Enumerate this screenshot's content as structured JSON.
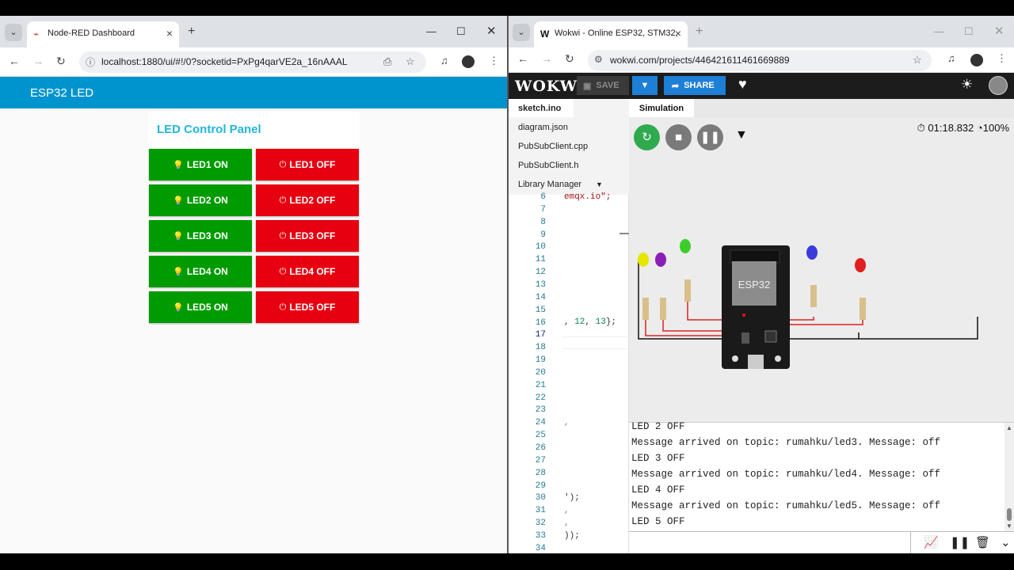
{
  "left_browser": {
    "tab_title": "Node-RED Dashboard",
    "url": "localhost:1880/ui/#!/0?socketid=PxPg4qarVE2a_16nAAAL"
  },
  "dashboard": {
    "header": "ESP32 LED",
    "panel_title": "LED Control Panel",
    "on_buttons": [
      "LED1 ON",
      "LED2 ON",
      "LED3 ON",
      "LED4 ON",
      "LED5 ON"
    ],
    "off_buttons": [
      "LED1 OFF",
      "LED2 OFF",
      "LED3 OFF",
      "LED4 OFF",
      "LED5 OFF"
    ],
    "colors": {
      "header": "#0094ce",
      "on": "#009b00",
      "off": "#e60010",
      "title": "#1fb7d8"
    }
  },
  "right_browser": {
    "tab_title": "Wokwi - Online ESP32, STM32,",
    "url": "wokwi.com/projects/446421611461669889"
  },
  "wokwi": {
    "logo": "WOKWi",
    "save_label": "SAVE",
    "share_label": "SHARE",
    "files": [
      "sketch.ino",
      "diagram.json",
      "PubSubClient.cpp",
      "PubSubClient.h",
      "Library Manager"
    ],
    "sim_tab": "Simulation",
    "timer": "01:18.832",
    "speed": "100%",
    "chip_label": "ESP32",
    "line_numbers": [
      "6",
      "7",
      "8",
      "9",
      "10",
      "11",
      "12",
      "13",
      "14",
      "15",
      "16",
      "17",
      "18",
      "19",
      "20",
      "21",
      "22",
      "23",
      "24",
      "25",
      "26",
      "27",
      "28",
      "29",
      "30",
      "31",
      "32",
      "33",
      "34"
    ],
    "code_fragments": {
      "l6": "emqx.io\";",
      "l16_a": ", ",
      "l16_b": "12",
      "l16_c": ", ",
      "l16_d": "13",
      "l16_e": "};",
      "l24": ",",
      "l30": "');",
      "l31": ",",
      "l32": ",",
      "l33": "));"
    },
    "serial_lines": [
      "LED 2 OFF",
      "Message arrived on topic: rumahku/led3. Message: off",
      "LED 3 OFF",
      "Message arrived on topic: rumahku/led4. Message: off",
      "LED 4 OFF",
      "Message arrived on topic: rumahku/led5. Message: off",
      "LED 5 OFF"
    ]
  }
}
